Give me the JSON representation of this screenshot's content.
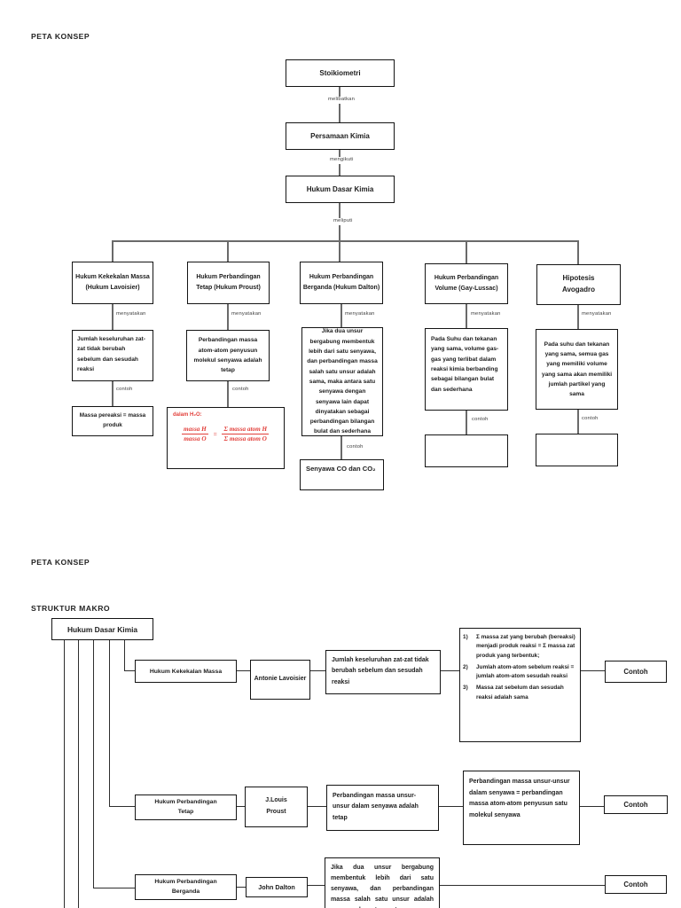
{
  "page1": {
    "heading": "PETA KONSEP",
    "root_chain": {
      "stoikiometri": "Stoikiometri",
      "melibatkan": "melibatkan",
      "persamaan_kimia": "Persamaan Kimia",
      "mengikuti": "mengikuti",
      "hukum_dasar_kimia": "Hukum Dasar Kimia",
      "meliputi": "meliputi"
    },
    "columns": [
      {
        "title": "Hukum Kekekalan Massa (Hukum Lavoisier)",
        "connector": "menyatakan",
        "statement": "Jumlah keseluruhan zat-zat tidak berubah sebelum dan sesudah reaksi",
        "example_label": "contoh",
        "example": "Massa pereaksi = massa produk"
      },
      {
        "title": "Hukum Perbandingan Tetap (Hukum Proust)",
        "connector": "menyatakan",
        "statement": "Perbandingan massa atom-atom penyusun molekul senyawa adalah tetap",
        "example_label": "contoh",
        "example_heading": "dalam H₂O:",
        "equation": {
          "num_left": "massa H",
          "den_left": "massa O",
          "equals": "=",
          "num_right": "Σ massa atom H",
          "den_right": "Σ massa atom O"
        }
      },
      {
        "title": "Hukum Perbandingan Berganda (Hukum Dalton)",
        "connector": "menyatakan",
        "statement": "Jika dua unsur bergabung membentuk lebih dari satu senyawa, dan perbandingan massa salah satu unsur adalah sama, maka antara satu senyawa dengan senyawa lain dapat dinyatakan sebagai perbandingan bilangan bulat dan sederhana",
        "example_label": "contoh",
        "example": "Senyawa CO dan CO₂"
      },
      {
        "title": "Hukum Perbandingan Volume (Gay-Lussac)",
        "connector": "menyatakan",
        "statement": "Pada Suhu dan tekanan yang sama, volume gas-gas yang terlibat dalam reaksi kimia berbanding sebagai bilangan bulat dan sederhana",
        "example_label": "contoh",
        "example": ""
      },
      {
        "title": "Hipotesis Avogadro",
        "connector": "menyatakan",
        "statement": "Pada suhu dan tekanan yang sama, semua gas yang memiliki volume yang sama akan memiliki jumlah partikel yang sama",
        "example_label": "contoh",
        "example": ""
      }
    ]
  },
  "page2": {
    "heading": "PETA KONSEP",
    "subheading": "STRUKTUR MAKRO",
    "root": "Hukum Dasar Kimia",
    "rows": [
      {
        "law": "Hukum Kekekalan Massa",
        "scientist": "Antonie Lavoisier",
        "statement": "Jumlah keseluruhan zat-zat tidak berubah sebelum dan sesudah reaksi",
        "details": [
          "Σ massa zat yang berubah (bereaksi) menjadi produk reaksi = Σ massa zat produk yang terbentuk;",
          "Jumlah atom-atom sebelum reaksi = jumlah atom-atom sesudah reaksi",
          "Massa zat sebelum dan sesudah reaksi adalah sama"
        ],
        "contoh": "Contoh"
      },
      {
        "law": "Hukum Perbandingan Tetap",
        "scientist": "J.Louis Proust",
        "statement": "Perbandingan massa unsur-unsur dalam senyawa adalah tetap",
        "detail": "Perbandingan massa unsur-unsur dalam senyawa = perbandingan massa atom-atom penyusun satu molekul senyawa",
        "contoh": "Contoh"
      },
      {
        "law": "Hukum Perbandingan Berganda",
        "scientist": "John Dalton",
        "statement": "Jika dua unsur bergabung membentuk lebih dari satu senyawa, dan perbandingan massa salah satu unsur adalah sama, maka antara satu",
        "contoh": "Contoh"
      }
    ]
  },
  "colors": {
    "accent_red": "#e23f3a",
    "ink": "#141414",
    "line_gray": "#6a6a6a"
  }
}
